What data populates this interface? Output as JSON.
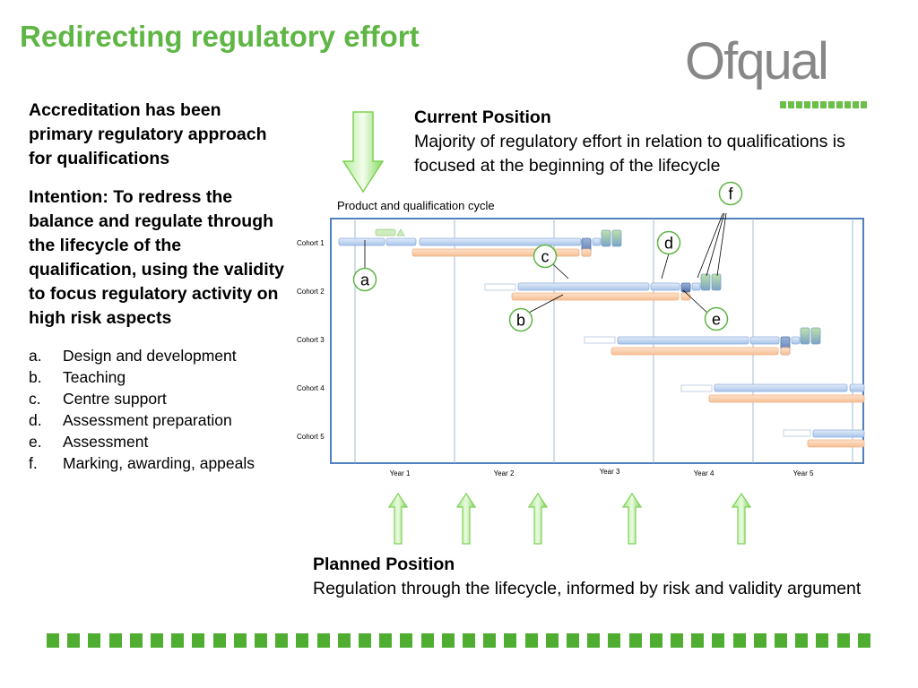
{
  "title": "Redirecting regulatory effort",
  "logo": {
    "text": "Ofqual",
    "dot_color": "#6cc04a"
  },
  "left": {
    "para1": "Accreditation has been primary regulatory approach for qualifications",
    "para2": "Intention: To redress the balance and regulate through the lifecycle of the qualification, using the validity to focus regulatory activity on high risk aspects",
    "list": [
      {
        "marker": "a.",
        "text": "Design and development"
      },
      {
        "marker": "b.",
        "text": "Teaching"
      },
      {
        "marker": "c.",
        "text": "Centre support"
      },
      {
        "marker": "d.",
        "text": "Assessment preparation"
      },
      {
        "marker": "e.",
        "text": "Assessment"
      },
      {
        "marker": "f.",
        "text": "Marking, awarding, appeals"
      }
    ]
  },
  "current": {
    "heading": "Current Position",
    "body": "Majority of regulatory effort in relation to qualifications is focused at the beginning of the lifecycle"
  },
  "cycle": {
    "title": "Product and qualification cycle",
    "cohorts": [
      "Cohort 1",
      "Cohort 2",
      "Cohort 3",
      "Cohort 4",
      "Cohort 5"
    ],
    "years": [
      "Year 1",
      "Year 2",
      "Year 3",
      "Year 4",
      "Year 5"
    ],
    "callouts": [
      "a",
      "b",
      "c",
      "d",
      "e",
      "f"
    ]
  },
  "planned": {
    "heading": "Planned Position",
    "body": "Regulation  through the lifecycle, informed by risk and validity argument"
  },
  "colors": {
    "title_green": "#5fb645",
    "bar_blue": "#c6d9f1",
    "bar_orange": "#fbd5b5",
    "frame_blue": "#4f81bd",
    "arrow_green": "#7ed957",
    "bottom_green": "#4fae32"
  }
}
